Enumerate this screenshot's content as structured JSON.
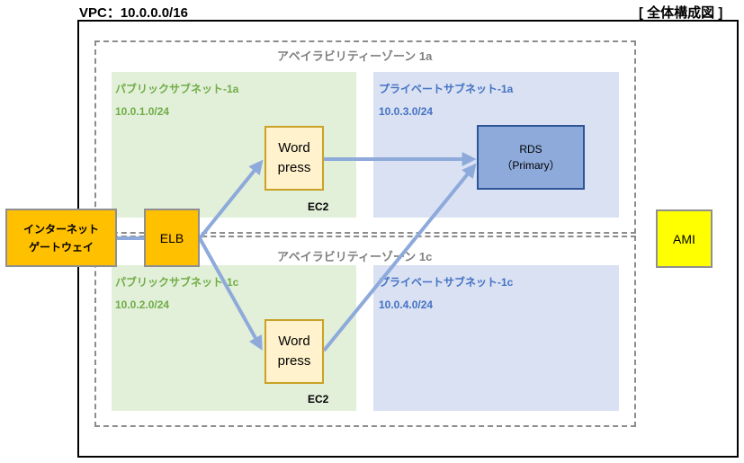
{
  "header": {
    "vpc_label": "VPC：10.0.0.0/16",
    "diagram_title": "[ 全体構成図 ]"
  },
  "availability_zones": [
    {
      "label": "アベイラビリティーゾーン 1a"
    },
    {
      "label": "アベイラビリティーゾーン 1c"
    }
  ],
  "subnets": {
    "public_1a": {
      "label": "パブリックサブネット-1a",
      "cidr": "10.0.1.0/24"
    },
    "private_1a": {
      "label": "プライベートサブネット-1a",
      "cidr": "10.0.3.0/24"
    },
    "public_1c": {
      "label": "パブリックサブネット-1c",
      "cidr": "10.0.2.0/24"
    },
    "private_1c": {
      "label": "プライベートサブネット-1c",
      "cidr": "10.0.4.0/24"
    }
  },
  "nodes": {
    "internet_gateway": "インターネット\nゲートウェイ",
    "elb": "ELB",
    "wordpress_1a": "Word\npress",
    "wordpress_1c": "Word\npress",
    "ec2_label": "EC2",
    "rds_name": "RDS",
    "rds_role": "（Primary）",
    "ami": "AMI"
  },
  "colors": {
    "public_subnet": "#e2efd9",
    "private_subnet": "#d9e1f2",
    "public_text": "#70ad47",
    "private_text": "#4472c4",
    "gateway_fill": "#ffc000",
    "ami_fill": "#ffff00",
    "rds_fill": "#8eaadb",
    "ec2_fill": "#fff2cc",
    "arrow": "#8eaadb"
  }
}
